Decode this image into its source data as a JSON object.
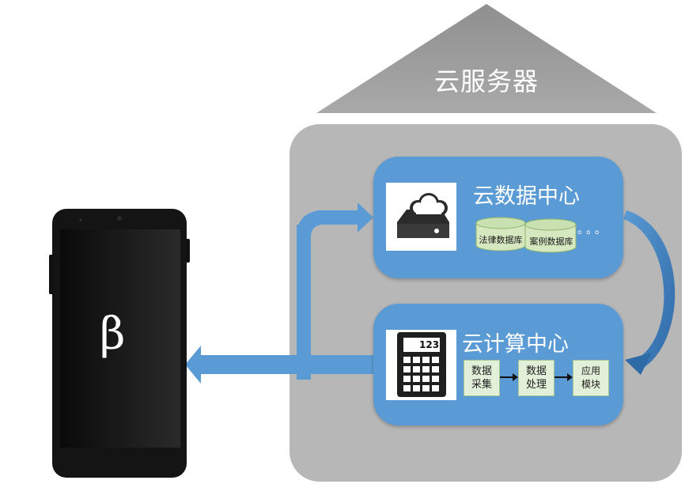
{
  "cloud_server": {
    "title": "云服务器"
  },
  "data_center": {
    "title": "云数据中心",
    "databases": [
      "法律数据库",
      "案例数据库"
    ],
    "more": "。。。"
  },
  "compute_center": {
    "title": "云计算中心",
    "calculator_display": "123",
    "steps": [
      {
        "line1": "数据",
        "line2": "采集"
      },
      {
        "line1": "数据",
        "line2": "处理"
      },
      {
        "line1": "应用",
        "line2": "模块"
      }
    ]
  },
  "phone": {
    "screen_symbol": "β"
  },
  "colors": {
    "box_blue": "#5b9bd5",
    "arrow_blue": "#5b9bd5",
    "house_gray": "#b7b7b7",
    "roof_gray": "#a6a6a6"
  }
}
